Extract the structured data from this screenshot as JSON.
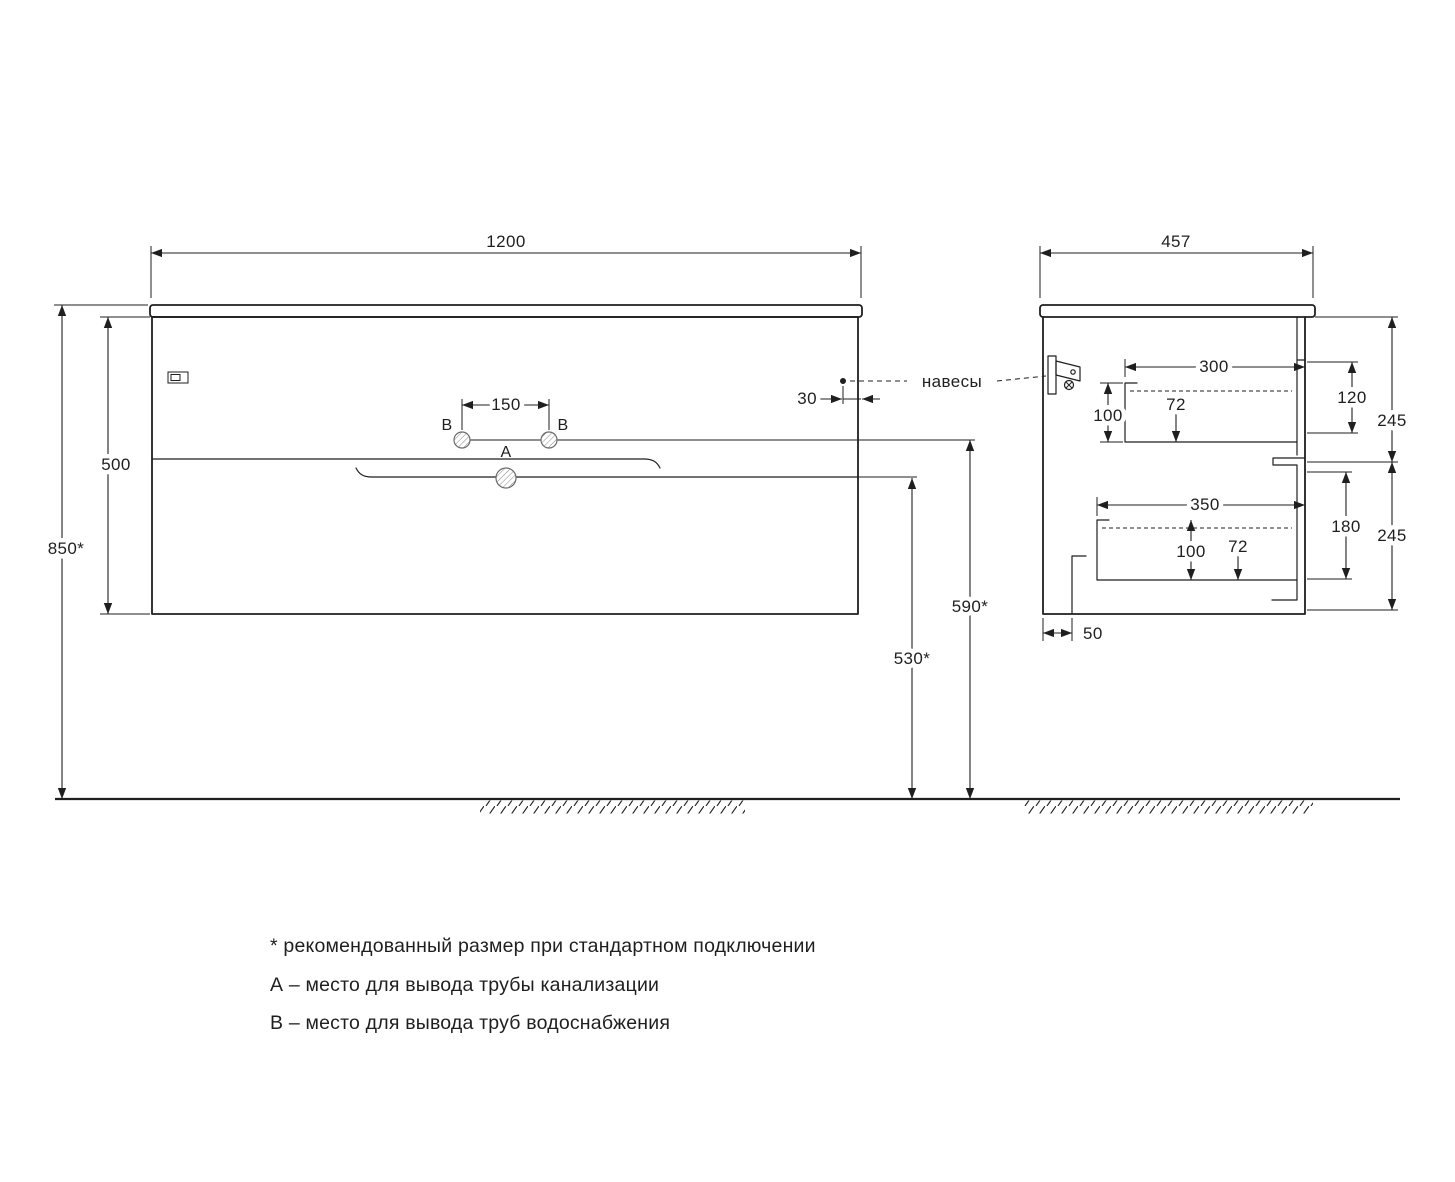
{
  "front_view": {
    "width_dim": "1200",
    "height_dim": "500",
    "mounting_height_dim": "850*",
    "outlet_spacing_dim": "150",
    "hanger_offset_dim": "30",
    "label_b_left": "B",
    "label_b_right": "B",
    "label_a": "A",
    "hangers_label": "навесы",
    "water_outlet_height_dim": "590*",
    "drain_outlet_height_dim": "530*"
  },
  "side_view": {
    "depth_dim": "457",
    "top_drawer": {
      "depth_dim": "300",
      "inner_height_dim": "100",
      "inner_depth_dim": "72",
      "front_height_dim": "120",
      "section_height_dim": "245"
    },
    "bottom_drawer": {
      "depth_dim": "350",
      "inner_height_dim": "100",
      "inner_depth_dim": "72",
      "front_height_dim": "180",
      "section_height_dim": "245"
    },
    "back_clearance_dim": "50"
  },
  "legend": {
    "note_standard": "* рекомендованный размер при стандартном подключении",
    "note_a": "А – место для вывода трубы канализации",
    "note_b": "В – место для вывода труб водоснабжения"
  },
  "colors": {
    "line": "#1f1f1f",
    "background": "#ffffff"
  }
}
